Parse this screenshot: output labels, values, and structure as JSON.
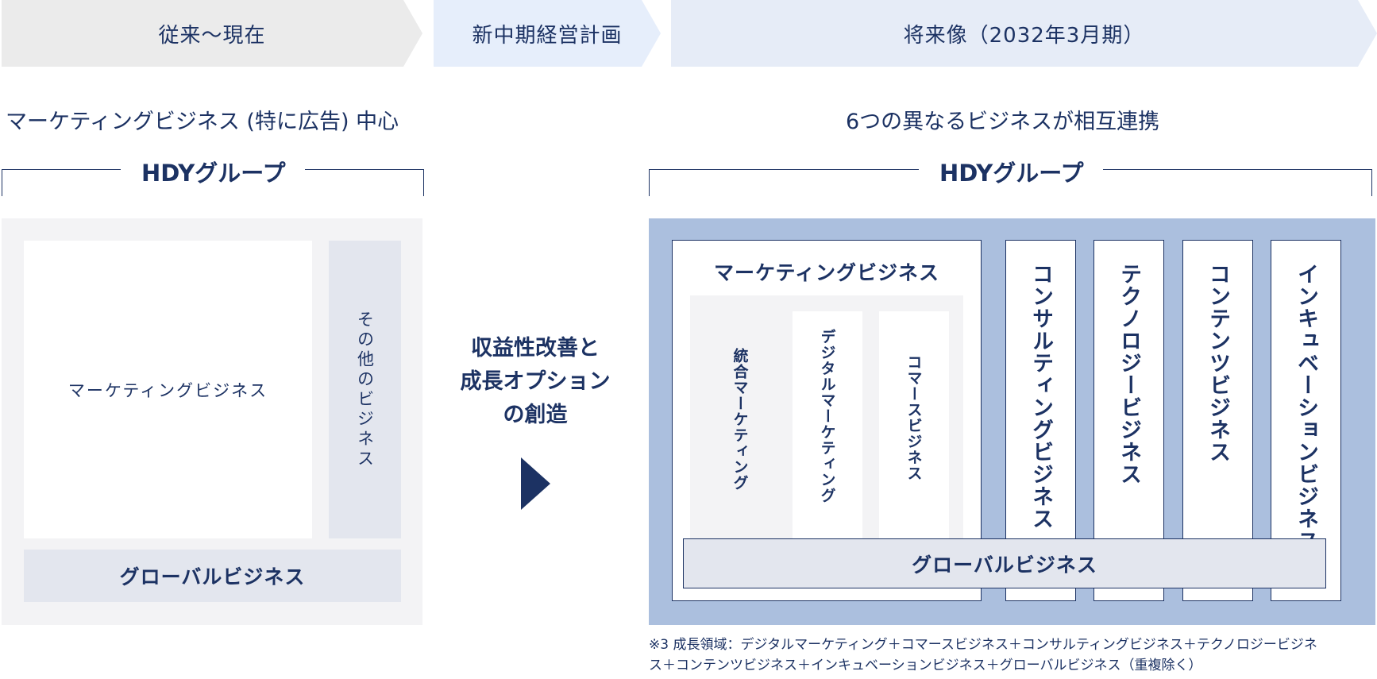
{
  "banners": {
    "past": "従来〜現在",
    "plan": "新中期経営計画",
    "future": "将来像（2032年3月期）"
  },
  "left": {
    "subhead": "マーケティングビジネス (特に広告) 中心",
    "group_label": "HDYグループ",
    "marketing": "マーケティングビジネス",
    "other": "その他のビジネス",
    "global": "グローバルビジネス"
  },
  "middle": {
    "line1": "収益性改善と",
    "line2": "成長オプション",
    "line3": "の創造",
    "arrow_icon": "right-triangle-icon"
  },
  "right": {
    "subhead": "6つの異なるビジネスが相互連携",
    "group_label": "HDYグループ",
    "marketing_title": "マーケティングビジネス",
    "sub_integrated": "統合マーケティング",
    "sub_digital": "デジタルマーケティング",
    "sub_commerce": "コマースビジネス",
    "col_consulting": "コンサルティングビジネス",
    "col_technology": "テクノロジービジネス",
    "col_contents": "コンテンツビジネス",
    "col_incubation": "インキュベーションビジネス",
    "global": "グローバルビジネス"
  },
  "footnote": {
    "line1": "※3 成長領域：デジタルマーケティング＋コマースビジネス＋コンサルティングビジネス＋テクノロジービジネ",
    "line2": "ス＋コンテンツビジネス＋インキュベーションビジネス＋グローバルビジネス（重複除く）"
  },
  "colors": {
    "navy": "#1c3263",
    "right_panel": "#abbfde",
    "left_panel": "#f3f3f5",
    "gray_block": "#e3e6ee"
  }
}
